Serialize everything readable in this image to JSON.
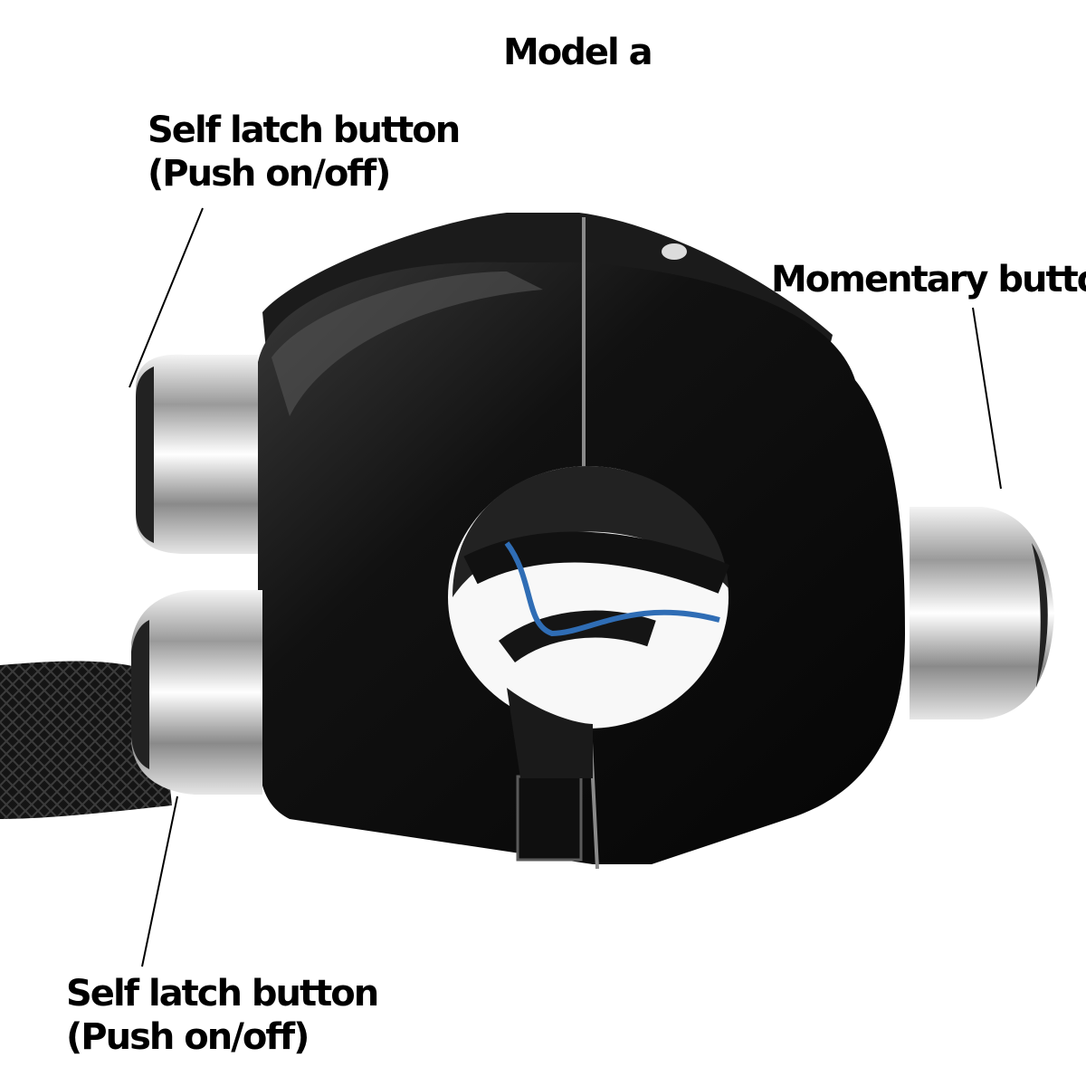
{
  "title": "Model a",
  "callouts": {
    "top_left": {
      "line1": "Self latch button",
      "line2": "(Push on/off)"
    },
    "right": {
      "line1": "Momentary button"
    },
    "bottom_left": {
      "line1": "Self latch button",
      "line2": "(Push on/off)"
    }
  },
  "colors": {
    "body": "#0b0b0b",
    "chrome": "#c8c8c8",
    "wire_blue": "#2f6db5"
  }
}
